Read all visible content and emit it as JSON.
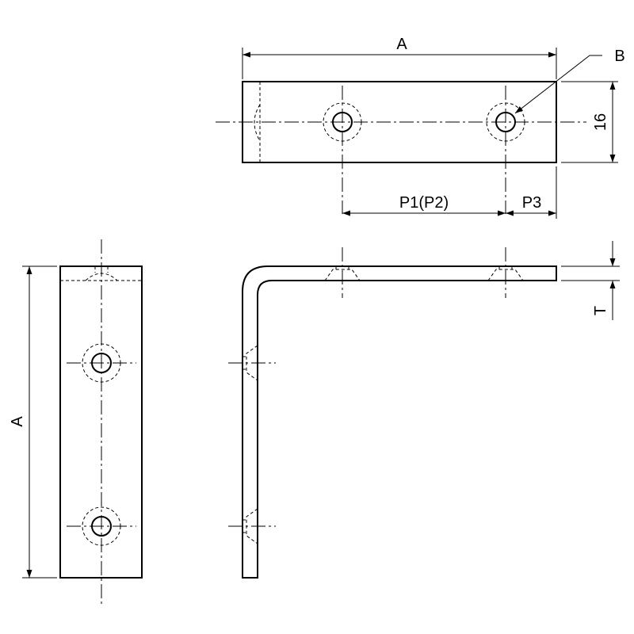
{
  "labels": {
    "width_top": "A",
    "hole": "B",
    "height": "16",
    "pitch": "P1(P2)",
    "edge": "P3",
    "width_left": "A",
    "thickness": "T"
  }
}
